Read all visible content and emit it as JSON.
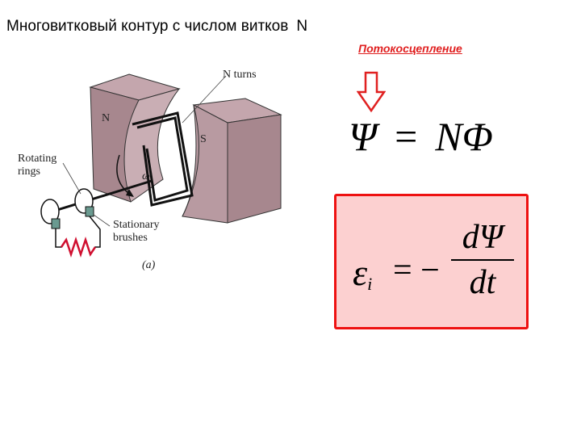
{
  "title": {
    "text": "Многовитковый контур с числом витков",
    "variable": "N"
  },
  "flux_linkage_label": "Потокосцепление",
  "formula_flux": {
    "lhs": "Ψ",
    "equals": "=",
    "rhs": "NΦ"
  },
  "formula_emf": {
    "lhs": "ε",
    "lhs_subscript": "i",
    "equals": "= −",
    "numerator": "dΨ",
    "denominator": "dt"
  },
  "figure": {
    "labels": {
      "n_turns": "N turns",
      "north": "N",
      "south": "S",
      "rotating_line1": "Rotating",
      "rotating_line2": "rings",
      "omega": "ω",
      "stationary_line1": "Stationary",
      "stationary_line2": "brushes",
      "caption": "(a)"
    }
  },
  "colors": {
    "accent_red": "#ee1111",
    "box_fill": "#fcd0d0",
    "magnet": "#a7878e"
  }
}
